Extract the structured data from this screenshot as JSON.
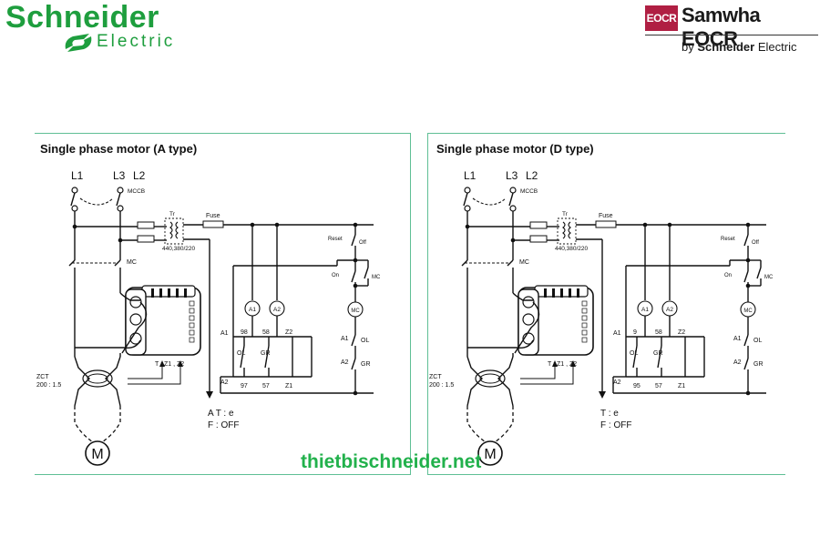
{
  "brand_left": {
    "name": "Schneider",
    "sub": "Electric",
    "color": "#1e9e3e"
  },
  "brand_right": {
    "badge": "EOCR",
    "name": "Samwha EOCR",
    "by_prefix": "by",
    "by_brand": "Schneider",
    "by_suffix": "Electric",
    "badge_color": "#b01f43"
  },
  "watermark": "thietbischneider.net",
  "panels": [
    {
      "title": "Single phase motor (A type)",
      "labels": {
        "l1": "L1",
        "l3": "L3",
        "l2": "L2",
        "mccb": "MCCB",
        "tr": "Tr",
        "fuse": "Fuse",
        "tr_volts": "440,380/220",
        "mc": "MC",
        "reset": "Reset",
        "off": "Off",
        "on": "On",
        "a1_coil": "A1",
        "a2_coil": "A2",
        "mc_coil": "MC",
        "t98": "98",
        "t58": "58",
        "tz2": "Z2",
        "t97": "97",
        "t57": "57",
        "tz1": "Z1",
        "a1": "A1",
        "a2": "A2",
        "ol": "OL",
        "gr": "GR",
        "zct": "ZCT",
        "zct_ratio": "200 : 1.5",
        "terminals": "T : Z1 , Z2",
        "note1": "A T : e",
        "note2": "F : OFF",
        "motor": "M"
      }
    },
    {
      "title": "Single phase motor (D type)",
      "labels": {
        "l1": "L1",
        "l3": "L3",
        "l2": "L2",
        "mccb": "MCCB",
        "tr": "Tr",
        "fuse": "Fuse",
        "tr_volts": "440,380/220",
        "mc": "MC",
        "reset": "Reset",
        "off": "Off",
        "on": "On",
        "a1_coil": "A1",
        "a2_coil": "A2",
        "mc_coil": "MC",
        "t98": "9",
        "t58": "58",
        "tz2": "Z2",
        "t97": "95",
        "t57": "57",
        "tz1": "Z1",
        "a1": "A1",
        "a2": "A2",
        "ol": "OL",
        "gr": "GR",
        "zct": "ZCT",
        "zct_ratio": "200 : 1.5",
        "terminals": "T : Z1 , Z2",
        "note1": "T : e",
        "note2": "F : OFF",
        "motor": "M"
      }
    }
  ]
}
